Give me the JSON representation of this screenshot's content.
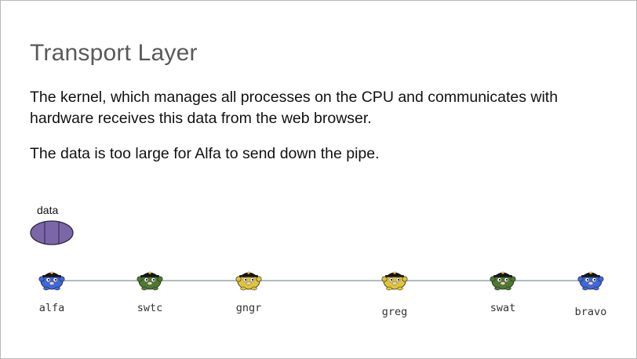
{
  "slide": {
    "title": "Transport Layer",
    "paragraphs": [
      "The kernel, which manages all processes on the CPU and communicates with hardware receives this data from the web browser.",
      "The data is too large for Alfa to send down the pipe."
    ]
  },
  "packet": {
    "label": "data",
    "color": "#7b67a8"
  },
  "nodes": [
    {
      "label": "alfa",
      "color": "blue",
      "icon": "blue-gopher-icon"
    },
    {
      "label": "swtc",
      "color": "green",
      "icon": "green-gopher-icon"
    },
    {
      "label": "gngr",
      "color": "yellow",
      "icon": "yellow-gopher-icon"
    },
    {
      "label": "greg",
      "color": "yellow",
      "icon": "yellow-gopher-icon"
    },
    {
      "label": "swat",
      "color": "green",
      "icon": "green-gopher-icon"
    },
    {
      "label": "bravo",
      "color": "blue",
      "icon": "blue-gopher-icon"
    }
  ],
  "colors": {
    "blue": "#3f67e0",
    "green": "#4d7a30",
    "yellow": "#e0c43a",
    "link": "#b0bcc0"
  }
}
